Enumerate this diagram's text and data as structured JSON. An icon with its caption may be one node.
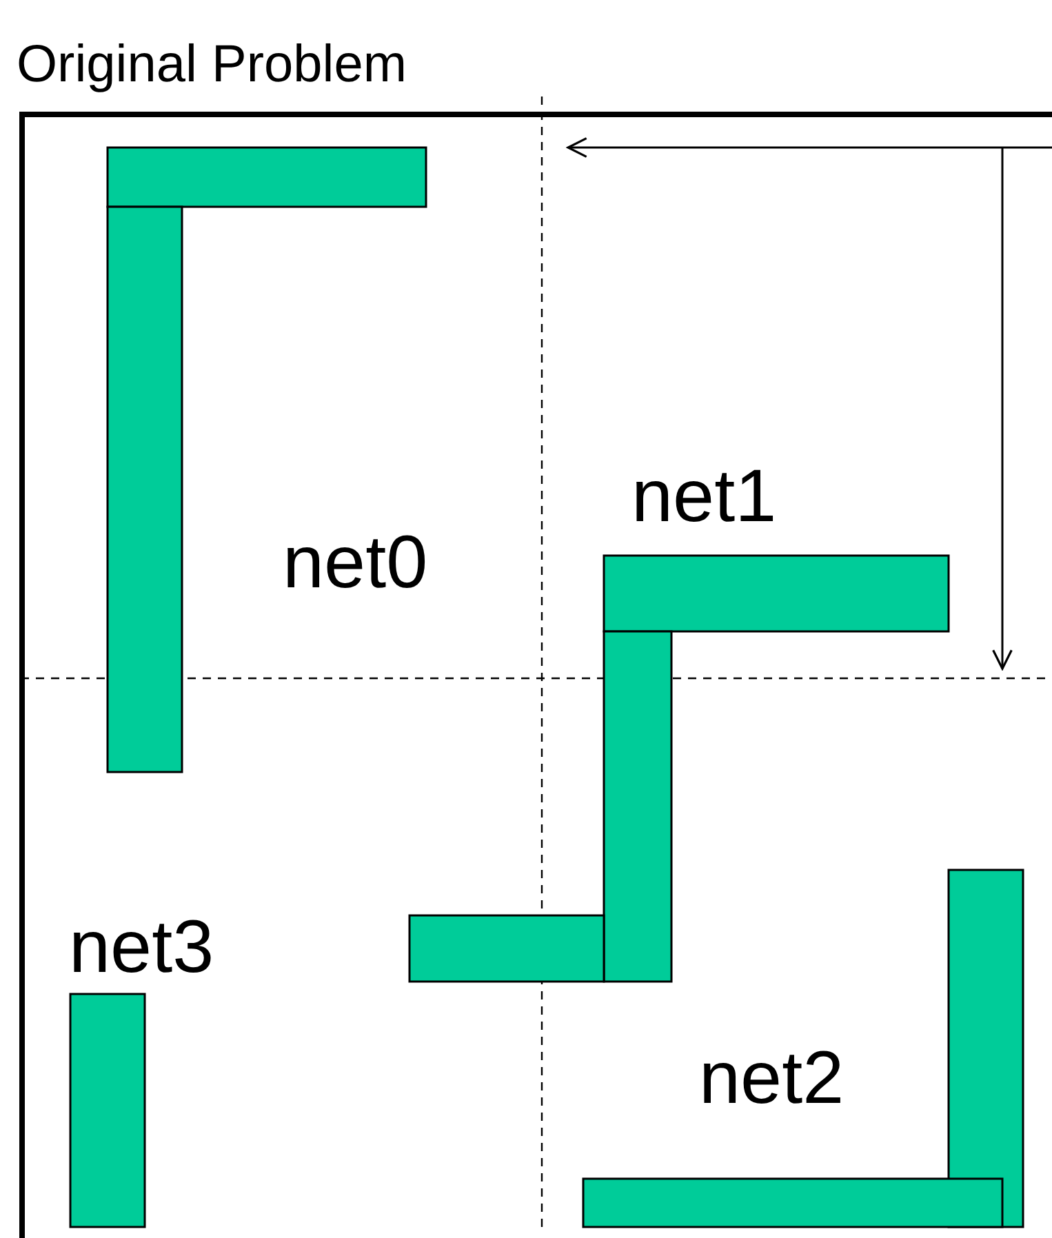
{
  "diagram": {
    "title": "Original Problem",
    "labels": [
      "net1",
      "net0",
      "net3",
      "net2"
    ]
  }
}
